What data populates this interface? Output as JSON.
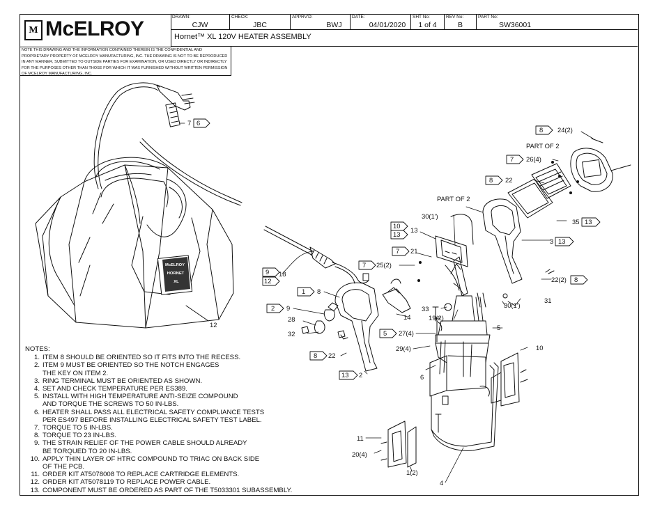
{
  "title_block": {
    "logo_text": "McELROY",
    "logo_mark": "M",
    "drawn_label": "DRAWN:",
    "drawn": "CJW",
    "check_label": "CHECK:",
    "check": "JBC",
    "apprvd_label": "APPRV'D:",
    "apprvd": "BWJ",
    "date_label": "DATE:",
    "date": "04/01/2020",
    "sht_label": "SHT No:",
    "sht": "1 of 4",
    "rev_label": "REV No:",
    "rev": "B",
    "part_label": "PART No:",
    "part": "SW36001",
    "title": "Hornet™ XL 120V HEATER ASSEMBLY"
  },
  "notice": "NOTE THIS DRAWING AND THE INFORMATION CONTAINED THEREIN IS THE CONFIDENTIAL AND PROPRIETARY PROPERTY OF McElroy Manufacturing, Inc. THE DRAWING IS NOT TO BE REPRODUCED IN ANY MANNER, SUBMITTED TO OUTSIDE PARTIES FOR EXAMINATION, OR USED DIRECTLY OR INDIRECTLY FOR THE PURPOSES OTHER THAN THOSE FOR WHICH IT WAS FURNISHED WITHOUT WRITTEN PERMISSION OF McElroy Manufacturing, Inc.",
  "bag_label": [
    "McELROY",
    "HORNET",
    "XL"
  ],
  "notes": {
    "heading": "NOTES:",
    "items": [
      {
        "n": "1.",
        "lines": [
          "ITEM 8 SHOULD BE ORIENTED SO IT FITS INTO THE RECESS."
        ]
      },
      {
        "n": "2.",
        "lines": [
          "ITEM 9 MUST BE ORIENTED SO THE NOTCH ENGAGES",
          "THE KEY ON ITEM 2."
        ]
      },
      {
        "n": "3.",
        "lines": [
          "RING TERMINAL MUST BE ORIENTED AS SHOWN."
        ]
      },
      {
        "n": "4.",
        "lines": [
          "SET AND CHECK TEMPERATURE PER ES389."
        ]
      },
      {
        "n": "5.",
        "lines": [
          "INSTALL WITH HIGH TEMPERATURE ANTI-SEIZE COMPOUND",
          "AND TORQUE THE SCREWS  TO 50 IN-LBS."
        ]
      },
      {
        "n": "6.",
        "lines": [
          "HEATER SHALL PASS ALL ELECTRICAL SAFETY COMPLIANCE TESTS",
          "PER ES497 BEFORE INSTALLING ELECTRICAL SAFETY TEST LABEL."
        ]
      },
      {
        "n": "7.",
        "lines": [
          "TORQUE TO 5 IN-LBS."
        ]
      },
      {
        "n": "8.",
        "lines": [
          "TORQUE TO 23 IN-LBS."
        ]
      },
      {
        "n": "9.",
        "lines": [
          "THE STRAIN RELIEF OF THE POWER CABLE SHOULD ALREADY",
          "BE TORQUED TO 20 IN-LBS."
        ]
      },
      {
        "n": "10.",
        "lines": [
          "APPLY THIN LAYER OF HTRC COMPOUND TO TRIAC ON BACK SIDE",
          "OF THE PCB."
        ]
      },
      {
        "n": "11.",
        "lines": [
          "ORDER KIT AT5078008 TO REPLACE CARTRIDGE ELEMENTS."
        ]
      },
      {
        "n": "12.",
        "lines": [
          "ORDER KIT AT5078119 TO REPLACE POWER CABLE."
        ]
      },
      {
        "n": "13.",
        "lines": [
          "COMPONENT MUST BE ORDERED AS PART OF THE T5033301 SUBASSEMBLY."
        ]
      }
    ]
  },
  "callouts": {
    "c7": "7",
    "f6": "6",
    "f8a": "8",
    "c24": "24(2)",
    "part_of_2a": "PART OF 2",
    "f7a": "7",
    "c26": "26(4)",
    "f8b": "8",
    "c22a": "22",
    "c35": "35",
    "f13a": "13",
    "part_of_2b": "PART OF 2",
    "c3": "3",
    "f13b": "13",
    "c30a": "30(1')",
    "f10": "10",
    "f13c": "13",
    "c13": "13",
    "f7b": "7",
    "c21": "21",
    "f7c": "7",
    "c25": "25(2)",
    "f9": "9",
    "f12a": "12",
    "c18": "18",
    "c22b": "22(2)",
    "f8c": "8",
    "f1": "1",
    "c8": "8",
    "c30b": "30(1')",
    "c31": "31",
    "f2": "2",
    "c9": "9",
    "c19": "19(2)",
    "c33": "33",
    "c28": "28",
    "c14": "14",
    "c5": "5",
    "c12": "12",
    "c32": "32",
    "f5": "5",
    "c27": "27(4)",
    "c29": "29(4)",
    "f8d": "8",
    "c22c": "22",
    "c10": "10",
    "f13d": "13",
    "c2": "2",
    "c6": "6",
    "c11": "11",
    "c20": "20(4)",
    "c1": "1(2)",
    "c4": "4"
  }
}
